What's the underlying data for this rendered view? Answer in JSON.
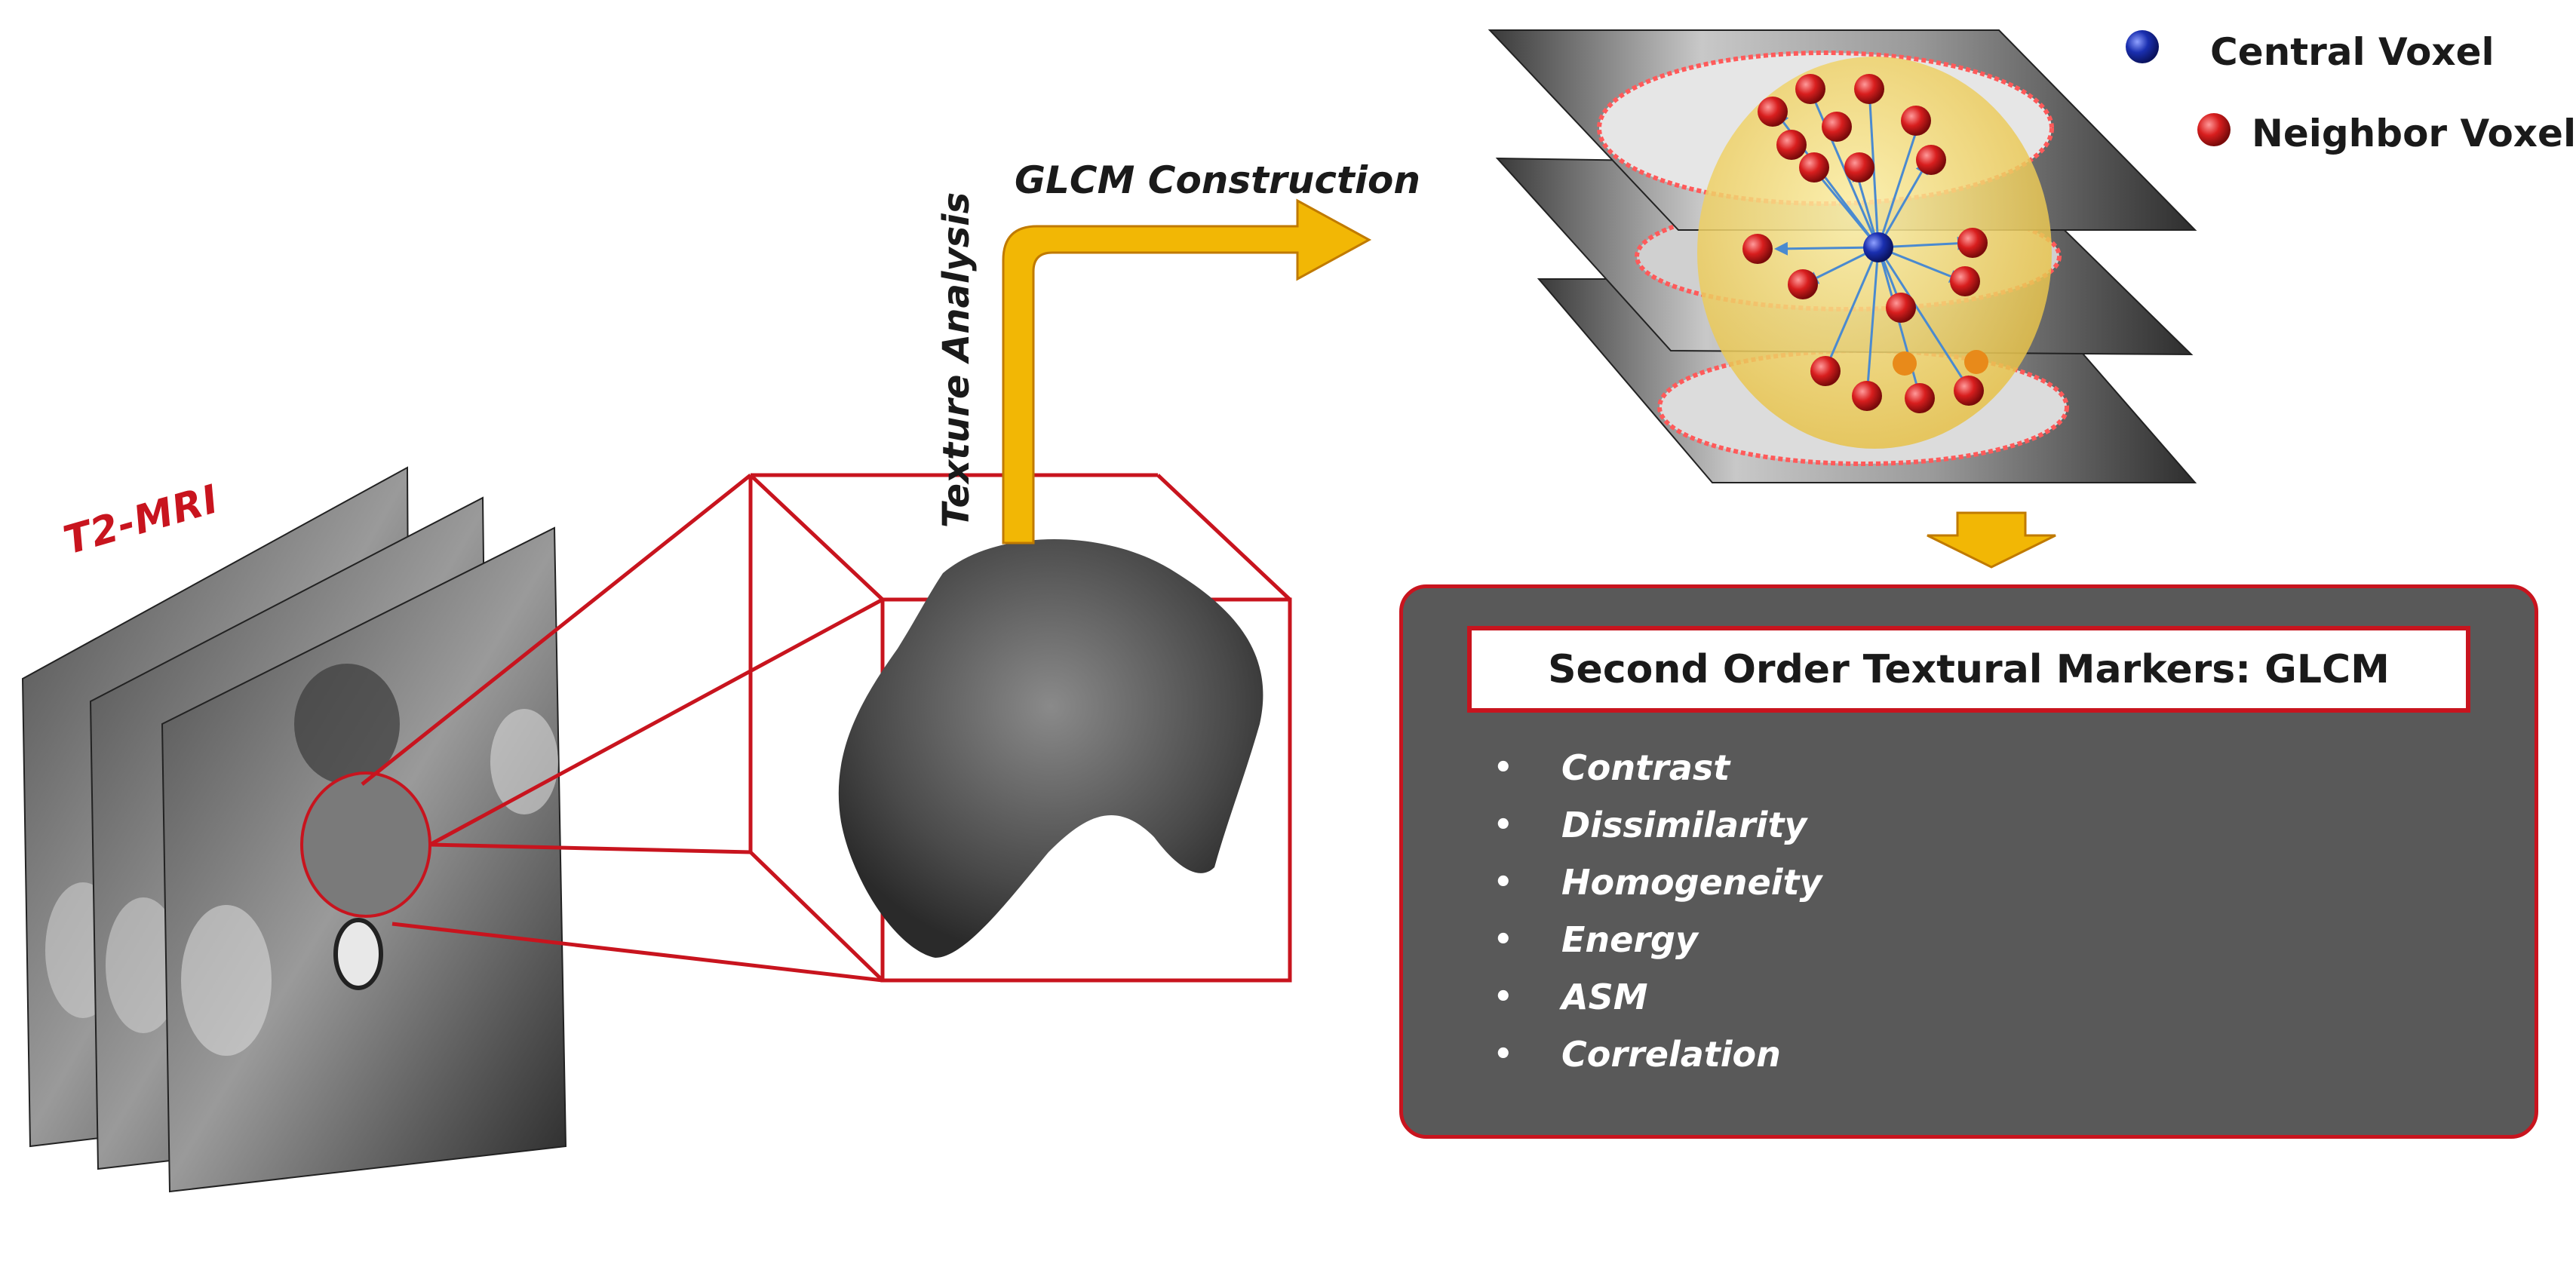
{
  "labels": {
    "t2_mri": "T2-MRI",
    "glcm_construction": "GLCM Construction",
    "texture_analysis": "Texture Analysis"
  },
  "legend": {
    "central": "Central Voxel",
    "neighbor": "Neighbor Voxel"
  },
  "panel": {
    "title": "Second Order Textural Markers: GLCM",
    "markers": [
      "Contrast",
      "Dissimilarity",
      "Homogeneity",
      "Energy",
      "ASM",
      "Correlation"
    ]
  },
  "colors": {
    "accent_red": "#c8141e",
    "arrow_orange": "#f2b705",
    "panel_gray": "#595959",
    "central_voxel": "#1a2fb0",
    "neighbor_voxel": "#d81e1e"
  }
}
